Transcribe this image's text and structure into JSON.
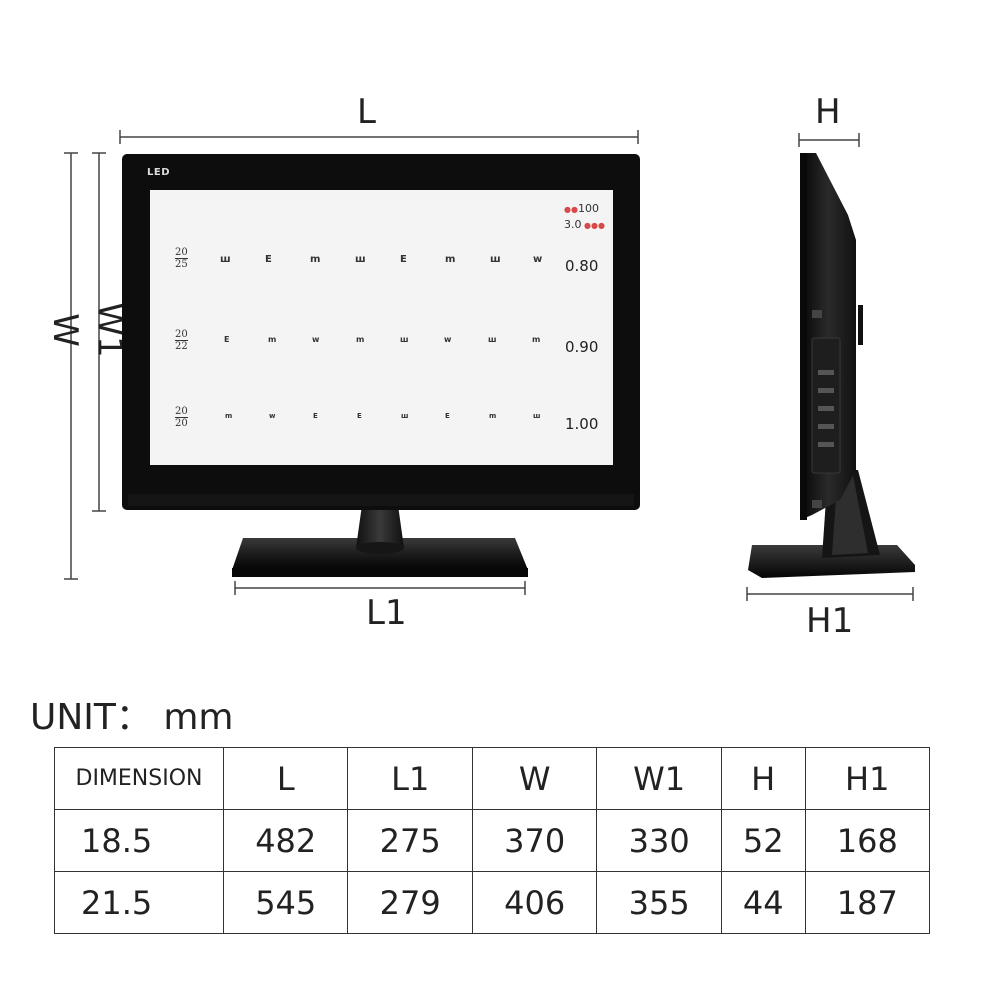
{
  "labels": {
    "L": "L",
    "L1": "L1",
    "W": "W",
    "W1": "W1",
    "H": "H",
    "H1": "H1"
  },
  "monitor": {
    "brand": "LED",
    "chart": {
      "top_right_1": "100",
      "top_right_2": "3.0",
      "rows": [
        {
          "fraction_top": "20",
          "fraction_bottom": "25",
          "acuity": "0.80"
        },
        {
          "fraction_top": "20",
          "fraction_bottom": "22",
          "acuity": "0.90"
        },
        {
          "fraction_top": "20",
          "fraction_bottom": "20",
          "acuity": "1.00"
        }
      ]
    }
  },
  "unit": "UNIT： mm",
  "table": {
    "headers": [
      "DIMENSION",
      "L",
      "L1",
      "W",
      "W1",
      "H",
      "H1"
    ],
    "rows": [
      [
        "18.5",
        "482",
        "275",
        "370",
        "330",
        "52",
        "168"
      ],
      [
        "21.5",
        "545",
        "279",
        "406",
        "355",
        "44",
        "187"
      ]
    ]
  },
  "colors": {
    "bezel": "#0d0d0d",
    "screen": "#f4f4f4",
    "acuity_red": "#d84a4a"
  }
}
